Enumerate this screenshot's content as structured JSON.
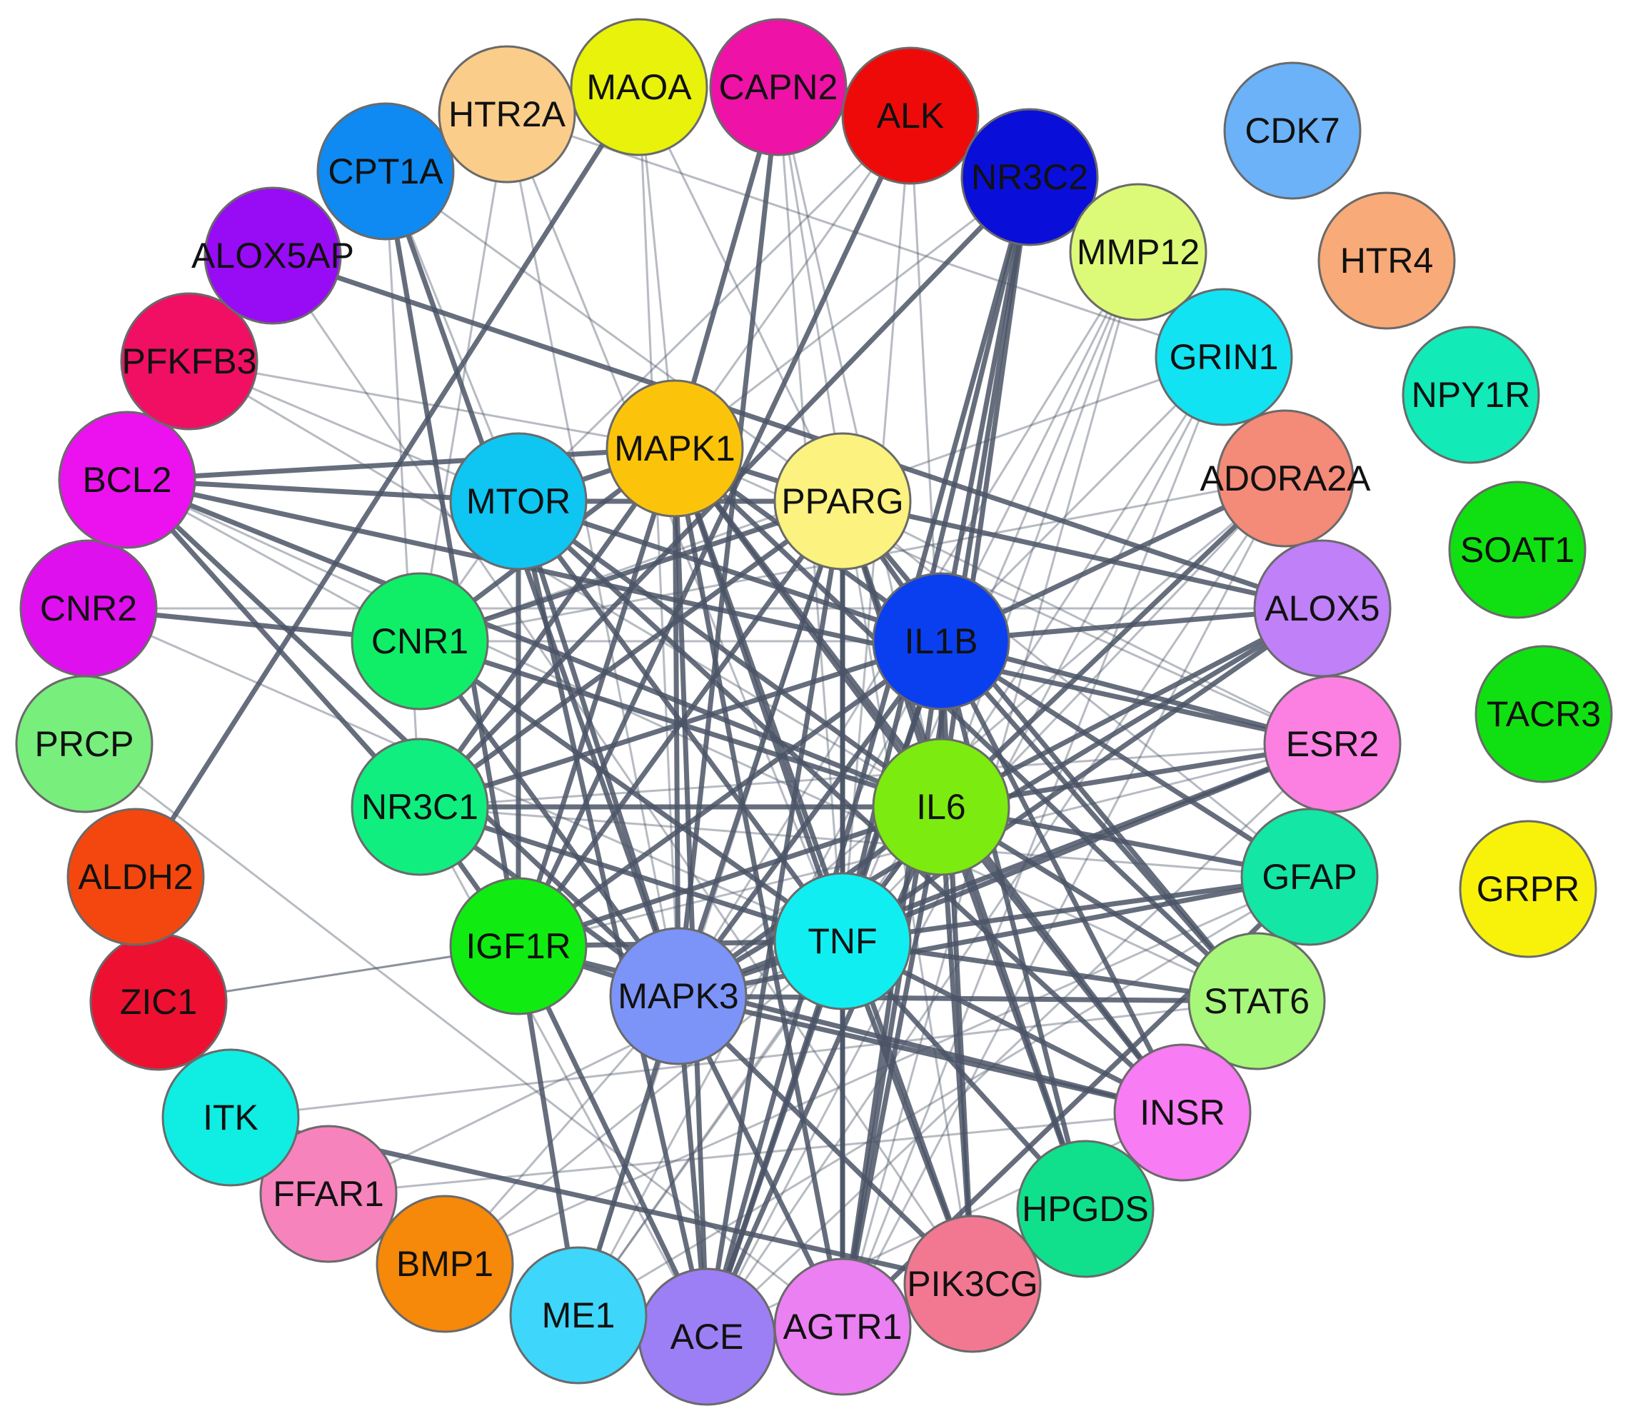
{
  "network": {
    "nodes": [
      {
        "id": "MAOA",
        "color": "#e8f20a"
      },
      {
        "id": "CAPN2",
        "color": "#ee12a6"
      },
      {
        "id": "ALK",
        "color": "#ef0a0a"
      },
      {
        "id": "NR3C2",
        "color": "#0a0ed9"
      },
      {
        "id": "MMP12",
        "color": "#dcfa78"
      },
      {
        "id": "GRIN1",
        "color": "#12e3f2"
      },
      {
        "id": "ADORA2A",
        "color": "#f48a78"
      },
      {
        "id": "ALOX5",
        "color": "#bf80f8"
      },
      {
        "id": "ESR2",
        "color": "#fb80e2"
      },
      {
        "id": "GFAP",
        "color": "#14e6a5"
      },
      {
        "id": "STAT6",
        "color": "#a6f77a"
      },
      {
        "id": "INSR",
        "color": "#f87cf4"
      },
      {
        "id": "HPGDS",
        "color": "#10e08c"
      },
      {
        "id": "PIK3CG",
        "color": "#f27891"
      },
      {
        "id": "AGTR1",
        "color": "#ea80f2"
      },
      {
        "id": "ACE",
        "color": "#9c7ff5"
      },
      {
        "id": "ME1",
        "color": "#3ed6fb"
      },
      {
        "id": "BMP1",
        "color": "#f6880a"
      },
      {
        "id": "FFAR1",
        "color": "#f783bc"
      },
      {
        "id": "ITK",
        "color": "#10eee3"
      },
      {
        "id": "ZIC1",
        "color": "#ee1030"
      },
      {
        "id": "ALDH2",
        "color": "#f4470f"
      },
      {
        "id": "PRCP",
        "color": "#78ee7c"
      },
      {
        "id": "CNR2",
        "color": "#de10ee"
      },
      {
        "id": "BCL2",
        "color": "#ec12ef"
      },
      {
        "id": "PFKFB3",
        "color": "#f00f63"
      },
      {
        "id": "ALOX5AP",
        "color": "#970cf4"
      },
      {
        "id": "CPT1A",
        "color": "#0e8af2"
      },
      {
        "id": "HTR2A",
        "color": "#fbcd8a"
      },
      {
        "id": "MAPK1",
        "color": "#fbc40a"
      },
      {
        "id": "MTOR",
        "color": "#0fc5f2"
      },
      {
        "id": "PPARG",
        "color": "#fbf27f"
      },
      {
        "id": "CNR1",
        "color": "#10ee68"
      },
      {
        "id": "IL1B",
        "color": "#0a3ff0"
      },
      {
        "id": "NR3C1",
        "color": "#10ee80"
      },
      {
        "id": "IL6",
        "color": "#7ceb0f"
      },
      {
        "id": "IGF1R",
        "color": "#10ec12"
      },
      {
        "id": "TNF",
        "color": "#10eef2"
      },
      {
        "id": "MAPK3",
        "color": "#7c94f8"
      },
      {
        "id": "CDK7",
        "color": "#6bb2f8"
      },
      {
        "id": "HTR4",
        "color": "#f8aa78"
      },
      {
        "id": "NPY1R",
        "color": "#12eab8"
      },
      {
        "id": "SOAT1",
        "color": "#10e012"
      },
      {
        "id": "TACR3",
        "color": "#10e012"
      },
      {
        "id": "GRPR",
        "color": "#f8f20a"
      }
    ],
    "edges": [
      [
        "MAPK1",
        "MTOR",
        1
      ],
      [
        "MAPK1",
        "PPARG",
        1
      ],
      [
        "MAPK1",
        "CNR1",
        1
      ],
      [
        "MAPK1",
        "IL1B",
        1
      ],
      [
        "MAPK1",
        "NR3C1",
        1
      ],
      [
        "MAPK1",
        "IL6",
        1
      ],
      [
        "MAPK1",
        "IGF1R",
        1
      ],
      [
        "MAPK1",
        "TNF",
        1
      ],
      [
        "MAPK1",
        "MAPK3",
        1
      ],
      [
        "MAPK1",
        "CAPN2",
        1
      ],
      [
        "MAPK1",
        "MAOA",
        0
      ],
      [
        "MAPK1",
        "BCL2",
        1
      ],
      [
        "MAPK1",
        "ALK",
        0
      ],
      [
        "MAPK1",
        "NR3C2",
        0
      ],
      [
        "MAPK1",
        "ACE",
        1
      ],
      [
        "MAPK1",
        "AGTR1",
        1
      ],
      [
        "MAPK1",
        "INSR",
        1
      ],
      [
        "MAPK1",
        "STAT6",
        1
      ],
      [
        "MAPK1",
        "ESR2",
        0
      ],
      [
        "MAPK1",
        "PIK3CG",
        1
      ],
      [
        "MTOR",
        "PPARG",
        1
      ],
      [
        "MTOR",
        "CNR1",
        0
      ],
      [
        "MTOR",
        "IL1B",
        1
      ],
      [
        "MTOR",
        "IL6",
        1
      ],
      [
        "MTOR",
        "IGF1R",
        1
      ],
      [
        "MTOR",
        "TNF",
        1
      ],
      [
        "MTOR",
        "MAPK3",
        1
      ],
      [
        "MTOR",
        "INSR",
        1
      ],
      [
        "MTOR",
        "BCL2",
        1
      ],
      [
        "MTOR",
        "PFKFB3",
        0
      ],
      [
        "MTOR",
        "ALK",
        0
      ],
      [
        "MTOR",
        "ACE",
        1
      ],
      [
        "MTOR",
        "CPT1A",
        0
      ],
      [
        "PPARG",
        "IL1B",
        1
      ],
      [
        "PPARG",
        "IL6",
        1
      ],
      [
        "PPARG",
        "TNF",
        1
      ],
      [
        "PPARG",
        "MAPK3",
        1
      ],
      [
        "PPARG",
        "CNR1",
        1
      ],
      [
        "PPARG",
        "NR3C1",
        1
      ],
      [
        "PPARG",
        "IGF1R",
        1
      ],
      [
        "PPARG",
        "CPT1A",
        0
      ],
      [
        "PPARG",
        "ALOX5",
        1
      ],
      [
        "PPARG",
        "ESR2",
        0
      ],
      [
        "PPARG",
        "AGTR1",
        1
      ],
      [
        "PPARG",
        "ACE",
        1
      ],
      [
        "PPARG",
        "STAT6",
        1
      ],
      [
        "PPARG",
        "GFAP",
        0
      ],
      [
        "PPARG",
        "ME1",
        0
      ],
      [
        "PPARG",
        "MAOA",
        0
      ],
      [
        "PPARG",
        "HPGDS",
        1
      ],
      [
        "CNR1",
        "IL1B",
        0
      ],
      [
        "CNR1",
        "IL6",
        1
      ],
      [
        "CNR1",
        "TNF",
        1
      ],
      [
        "CNR1",
        "MAPK3",
        1
      ],
      [
        "CNR1",
        "CNR2",
        1
      ],
      [
        "CNR1",
        "HTR2A",
        0
      ],
      [
        "CNR1",
        "GRIN1",
        0
      ],
      [
        "CNR1",
        "ADORA2A",
        0
      ],
      [
        "CNR1",
        "BCL2",
        0
      ],
      [
        "IL1B",
        "IL6",
        1
      ],
      [
        "IL1B",
        "TNF",
        1
      ],
      [
        "IL1B",
        "MAPK3",
        1
      ],
      [
        "IL1B",
        "NR3C1",
        1
      ],
      [
        "IL1B",
        "IGF1R",
        1
      ],
      [
        "IL1B",
        "ALOX5",
        1
      ],
      [
        "IL1B",
        "ESR2",
        1
      ],
      [
        "IL1B",
        "GFAP",
        1
      ],
      [
        "IL1B",
        "STAT6",
        1
      ],
      [
        "IL1B",
        "INSR",
        1
      ],
      [
        "IL1B",
        "HPGDS",
        1
      ],
      [
        "IL1B",
        "PIK3CG",
        1
      ],
      [
        "IL1B",
        "ACE",
        1
      ],
      [
        "IL1B",
        "AGTR1",
        1
      ],
      [
        "IL1B",
        "MMP12",
        0
      ],
      [
        "IL1B",
        "NR3C2",
        1
      ],
      [
        "IL1B",
        "GRIN1",
        0
      ],
      [
        "IL1B",
        "ADORA2A",
        1
      ],
      [
        "IL1B",
        "ME1",
        0
      ],
      [
        "NR3C1",
        "IL6",
        1
      ],
      [
        "NR3C1",
        "TNF",
        1
      ],
      [
        "NR3C1",
        "MAPK3",
        1
      ],
      [
        "NR3C1",
        "IGF1R",
        1
      ],
      [
        "NR3C1",
        "NR3C2",
        1
      ],
      [
        "NR3C1",
        "BCL2",
        1
      ],
      [
        "NR3C1",
        "ESR2",
        0
      ],
      [
        "NR3C1",
        "CPT1A",
        0
      ],
      [
        "NR3C1",
        "GFAP",
        0
      ],
      [
        "NR3C1",
        "ACE",
        0
      ],
      [
        "IL6",
        "TNF",
        1
      ],
      [
        "IL6",
        "MAPK3",
        1
      ],
      [
        "IL6",
        "IGF1R",
        1
      ],
      [
        "IL6",
        "STAT6",
        1
      ],
      [
        "IL6",
        "ESR2",
        1
      ],
      [
        "IL6",
        "INSR",
        1
      ],
      [
        "IL6",
        "GFAP",
        1
      ],
      [
        "IL6",
        "HPGDS",
        1
      ],
      [
        "IL6",
        "PIK3CG",
        1
      ],
      [
        "IL6",
        "ALOX5",
        1
      ],
      [
        "IL6",
        "ACE",
        1
      ],
      [
        "IL6",
        "AGTR1",
        1
      ],
      [
        "IL6",
        "MMP12",
        0
      ],
      [
        "IL6",
        "NR3C2",
        1
      ],
      [
        "IL6",
        "ADORA2A",
        1
      ],
      [
        "IL6",
        "BCL2",
        1
      ],
      [
        "IL6",
        "ME1",
        0
      ],
      [
        "IL6",
        "CAPN2",
        0
      ],
      [
        "IGF1R",
        "TNF",
        1
      ],
      [
        "IGF1R",
        "MAPK3",
        1
      ],
      [
        "IGF1R",
        "INSR",
        1
      ],
      [
        "IGF1R",
        "ME1",
        1
      ],
      [
        "IGF1R",
        "ZIC1",
        0
      ],
      [
        "IGF1R",
        "ACE",
        1
      ],
      [
        "IGF1R",
        "ESR2",
        0
      ],
      [
        "IGF1R",
        "ALK",
        1
      ],
      [
        "IGF1R",
        "CPT1A",
        1
      ],
      [
        "TNF",
        "MAPK3",
        1
      ],
      [
        "TNF",
        "ALOX5",
        1
      ],
      [
        "TNF",
        "ESR2",
        1
      ],
      [
        "TNF",
        "GFAP",
        1
      ],
      [
        "TNF",
        "STAT6",
        1
      ],
      [
        "TNF",
        "INSR",
        1
      ],
      [
        "TNF",
        "HPGDS",
        1
      ],
      [
        "TNF",
        "PIK3CG",
        1
      ],
      [
        "TNF",
        "AGTR1",
        1
      ],
      [
        "TNF",
        "ACE",
        1
      ],
      [
        "TNF",
        "ME1",
        0
      ],
      [
        "TNF",
        "BMP1",
        0
      ],
      [
        "TNF",
        "FFAR1",
        0
      ],
      [
        "TNF",
        "MMP12",
        0
      ],
      [
        "TNF",
        "GRIN1",
        0
      ],
      [
        "TNF",
        "ADORA2A",
        0
      ],
      [
        "TNF",
        "NR3C2",
        1
      ],
      [
        "TNF",
        "CAPN2",
        0
      ],
      [
        "TNF",
        "ALK",
        0
      ],
      [
        "TNF",
        "HTR2A",
        0
      ],
      [
        "MAPK3",
        "ACE",
        1
      ],
      [
        "MAPK3",
        "AGTR1",
        1
      ],
      [
        "MAPK3",
        "PIK3CG",
        1
      ],
      [
        "MAPK3",
        "BMP1",
        0
      ],
      [
        "MAPK3",
        "ME1",
        1
      ],
      [
        "MAPK3",
        "INSR",
        1
      ],
      [
        "MAPK3",
        "STAT6",
        1
      ],
      [
        "MAPK3",
        "ESR2",
        1
      ],
      [
        "MAPK3",
        "GFAP",
        1
      ],
      [
        "MAPK3",
        "ALOX5",
        1
      ],
      [
        "MAPK3",
        "ADORA2A",
        0
      ],
      [
        "MAPK3",
        "MMP12",
        0
      ],
      [
        "MAPK3",
        "CAPN2",
        1
      ],
      [
        "MAPK3",
        "CPT1A",
        1
      ],
      [
        "MAPK3",
        "BCL2",
        1
      ],
      [
        "MAPK3",
        "MAOA",
        0
      ],
      [
        "MAPK3",
        "HTR2A",
        0
      ],
      [
        "ALOX5AP",
        "ALOX5",
        1
      ],
      [
        "ALOX5AP",
        "PIK3CG",
        0
      ],
      [
        "HTR2A",
        "GRIN1",
        0
      ],
      [
        "MAOA",
        "ALDH2",
        1
      ],
      [
        "BCL2",
        "ESR2",
        1
      ],
      [
        "BCL2",
        "STAT6",
        0
      ],
      [
        "CNR2",
        "ALOX5",
        0
      ],
      [
        "CNR2",
        "TNF",
        0
      ],
      [
        "PRCP",
        "AGTR1",
        0
      ],
      [
        "ITK",
        "PIK3CG",
        1
      ],
      [
        "ITK",
        "STAT6",
        0
      ],
      [
        "FFAR1",
        "INSR",
        0
      ],
      [
        "ZIC1",
        "IGF1R",
        0
      ],
      [
        "ALK",
        "PIK3CG",
        0
      ],
      [
        "NR3C2",
        "AGTR1",
        1
      ],
      [
        "NR3C2",
        "ACE",
        1
      ],
      [
        "MMP12",
        "AGTR1",
        0
      ],
      [
        "GRIN1",
        "AGTR1",
        0
      ],
      [
        "GRIN1",
        "ACE",
        0
      ],
      [
        "ADORA2A",
        "ACE",
        0
      ],
      [
        "ADORA2A",
        "AGTR1",
        0
      ],
      [
        "PFKFB3",
        "MAPK1",
        0
      ],
      [
        "PFKFB3",
        "IL6",
        0
      ],
      [
        "CAPN2",
        "PIK3CG",
        0
      ],
      [
        "BMP1",
        "GFAP",
        0
      ],
      [
        "ME1",
        "GFAP",
        0
      ],
      [
        "INSR",
        "ACE",
        0
      ],
      [
        "ESR2",
        "ACE",
        0
      ],
      [
        "GFAP",
        "AGTR1",
        1
      ],
      [
        "GFAP",
        "STAT6",
        0
      ],
      [
        "STAT6",
        "HPGDS",
        0
      ]
    ]
  }
}
